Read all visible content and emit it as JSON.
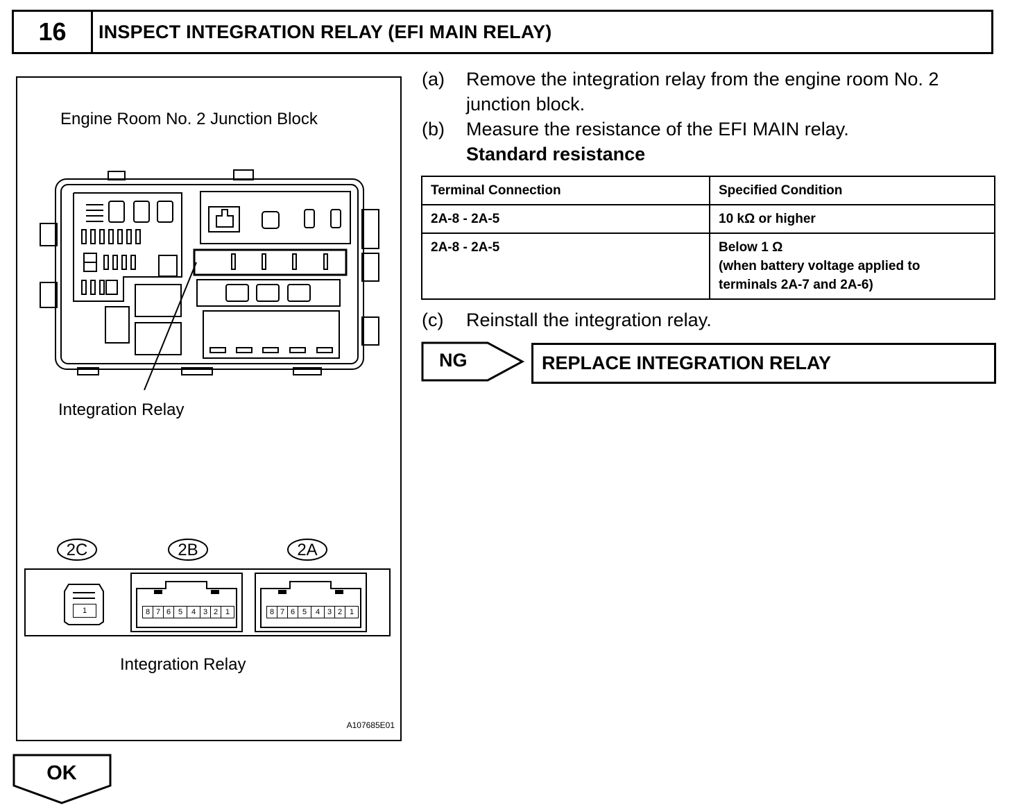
{
  "header": {
    "step_number": "16",
    "title": "INSPECT INTEGRATION RELAY (EFI MAIN RELAY)"
  },
  "figure": {
    "top_label": "Engine Room No. 2 Junction Block",
    "callout_label": "Integration Relay",
    "connectors": [
      "2C",
      "2B",
      "2A"
    ],
    "connector_2c_pin": "1",
    "connector_pins": [
      "8",
      "7",
      "6",
      "5",
      "4",
      "3",
      "2",
      "1"
    ],
    "bottom_label": "Integration Relay",
    "figure_id": "A107685E01"
  },
  "instructions": {
    "a_label": "(a)",
    "a_line1": "Remove the integration relay from the engine room No. 2",
    "a_line2": "junction block.",
    "b_label": "(b)",
    "b_text": "Measure the resistance of the EFI MAIN relay.",
    "standard": "Standard resistance",
    "c_label": "(c)",
    "c_text": "Reinstall the integration relay."
  },
  "table": {
    "headers": [
      "Terminal Connection",
      "Specified Condition"
    ],
    "rows": [
      {
        "terminal": "2A-8 - 2A-5",
        "condition": [
          "10 kΩ or higher"
        ]
      },
      {
        "terminal": "2A-8 - 2A-5",
        "condition": [
          "Below 1 Ω",
          "(when battery voltage applied to",
          "terminals 2A-7 and 2A-6)"
        ]
      }
    ]
  },
  "ng": {
    "label": "NG",
    "action": "REPLACE INTEGRATION RELAY"
  },
  "ok": {
    "label": "OK"
  }
}
